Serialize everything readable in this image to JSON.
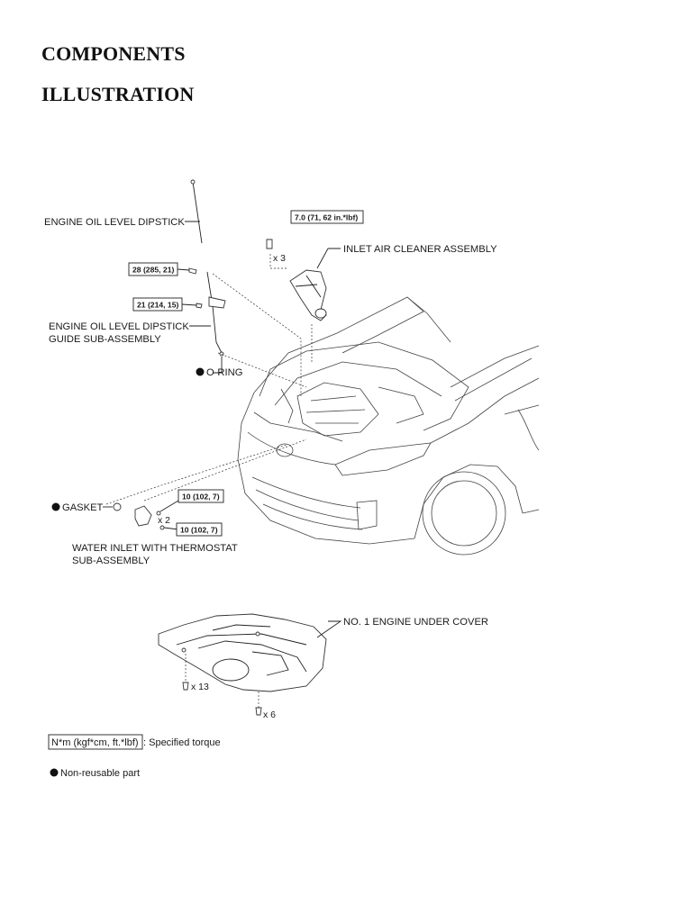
{
  "headings": {
    "title": "COMPONENTS",
    "subtitle": "ILLUSTRATION"
  },
  "labels": {
    "dipstick": "ENGINE OIL LEVEL DIPSTICK",
    "inlet_air_cleaner": "INLET AIR CLEANER ASSEMBLY",
    "dipstick_guide_line1": "ENGINE OIL LEVEL DIPSTICK",
    "dipstick_guide_line2": "GUIDE SUB-ASSEMBLY",
    "o_ring": "O-RING",
    "gasket": "GASKET",
    "water_inlet_line1": "WATER INLET WITH THERMOSTAT",
    "water_inlet_line2": "SUB-ASSEMBLY",
    "under_cover": "NO. 1 ENGINE UNDER COVER"
  },
  "torques": {
    "air_cleaner": "7.0 (71, 62 in.*lbf)",
    "guide_upper": "28 (285, 21)",
    "guide_lower": "21 (214, 15)",
    "water_inlet_upper": "10 (102, 7)",
    "water_inlet_lower": "10 (102, 7)"
  },
  "quantities": {
    "air_cleaner_bolts": "x 3",
    "water_inlet_bolts": "x 2",
    "under_cover_bolts": "x 13",
    "under_cover_clips": "x 6"
  },
  "legend": {
    "torque_box": "N*m (kgf*cm, ft.*lbf)",
    "torque_desc": ": Specified torque",
    "non_reusable": "Non-reusable part"
  }
}
